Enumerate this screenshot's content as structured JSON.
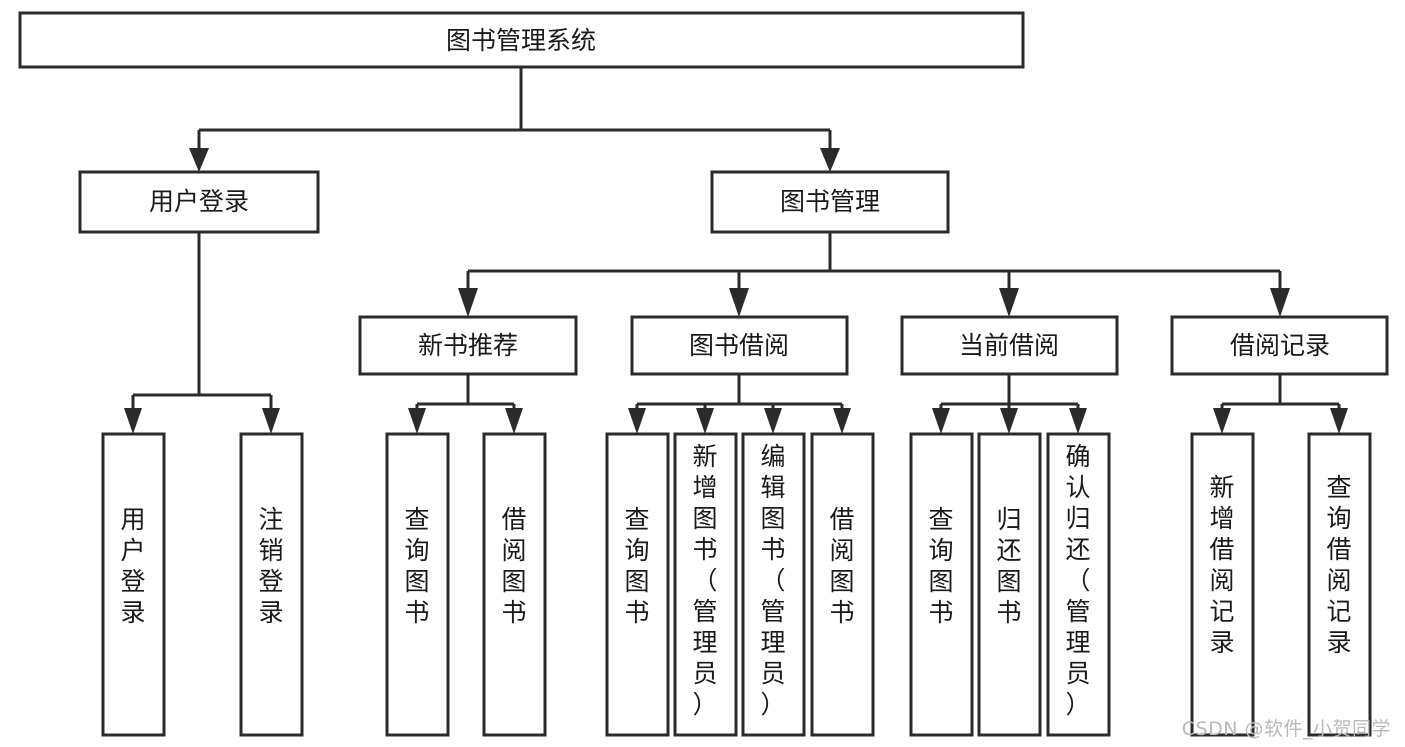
{
  "diagram": {
    "type": "tree-hierarchy-diagram",
    "title": "图书管理系统",
    "background_color": "#ffffff",
    "box_stroke_color": "#2b2b2b",
    "text_color": "#1a1a1a",
    "root": {
      "label": "图书管理系统"
    },
    "level2": [
      {
        "label": "用户登录"
      },
      {
        "label": "图书管理"
      }
    ],
    "level3": [
      {
        "label": "新书推荐"
      },
      {
        "label": "图书借阅"
      },
      {
        "label": "当前借阅"
      },
      {
        "label": "借阅记录"
      }
    ],
    "leaves": {
      "user_login": [
        {
          "label": "用户登录"
        },
        {
          "label": "注销登录"
        }
      ],
      "new_book_recommend": [
        {
          "label": "查询图书"
        },
        {
          "label": "借阅图书"
        }
      ],
      "book_borrow": [
        {
          "label": "查询图书"
        },
        {
          "label": "新增图书（管理员）"
        },
        {
          "label": "编辑图书（管理员）"
        },
        {
          "label": "借阅图书"
        }
      ],
      "current_borrow": [
        {
          "label": "查询图书"
        },
        {
          "label": "归还图书"
        },
        {
          "label": "确认归还（管理员）"
        }
      ],
      "borrow_records": [
        {
          "label": "新增借阅记录"
        },
        {
          "label": "查询借阅记录"
        }
      ]
    }
  },
  "watermark": {
    "text": "CSDN @软件_小贺同学",
    "color": "#b9b9b9"
  }
}
